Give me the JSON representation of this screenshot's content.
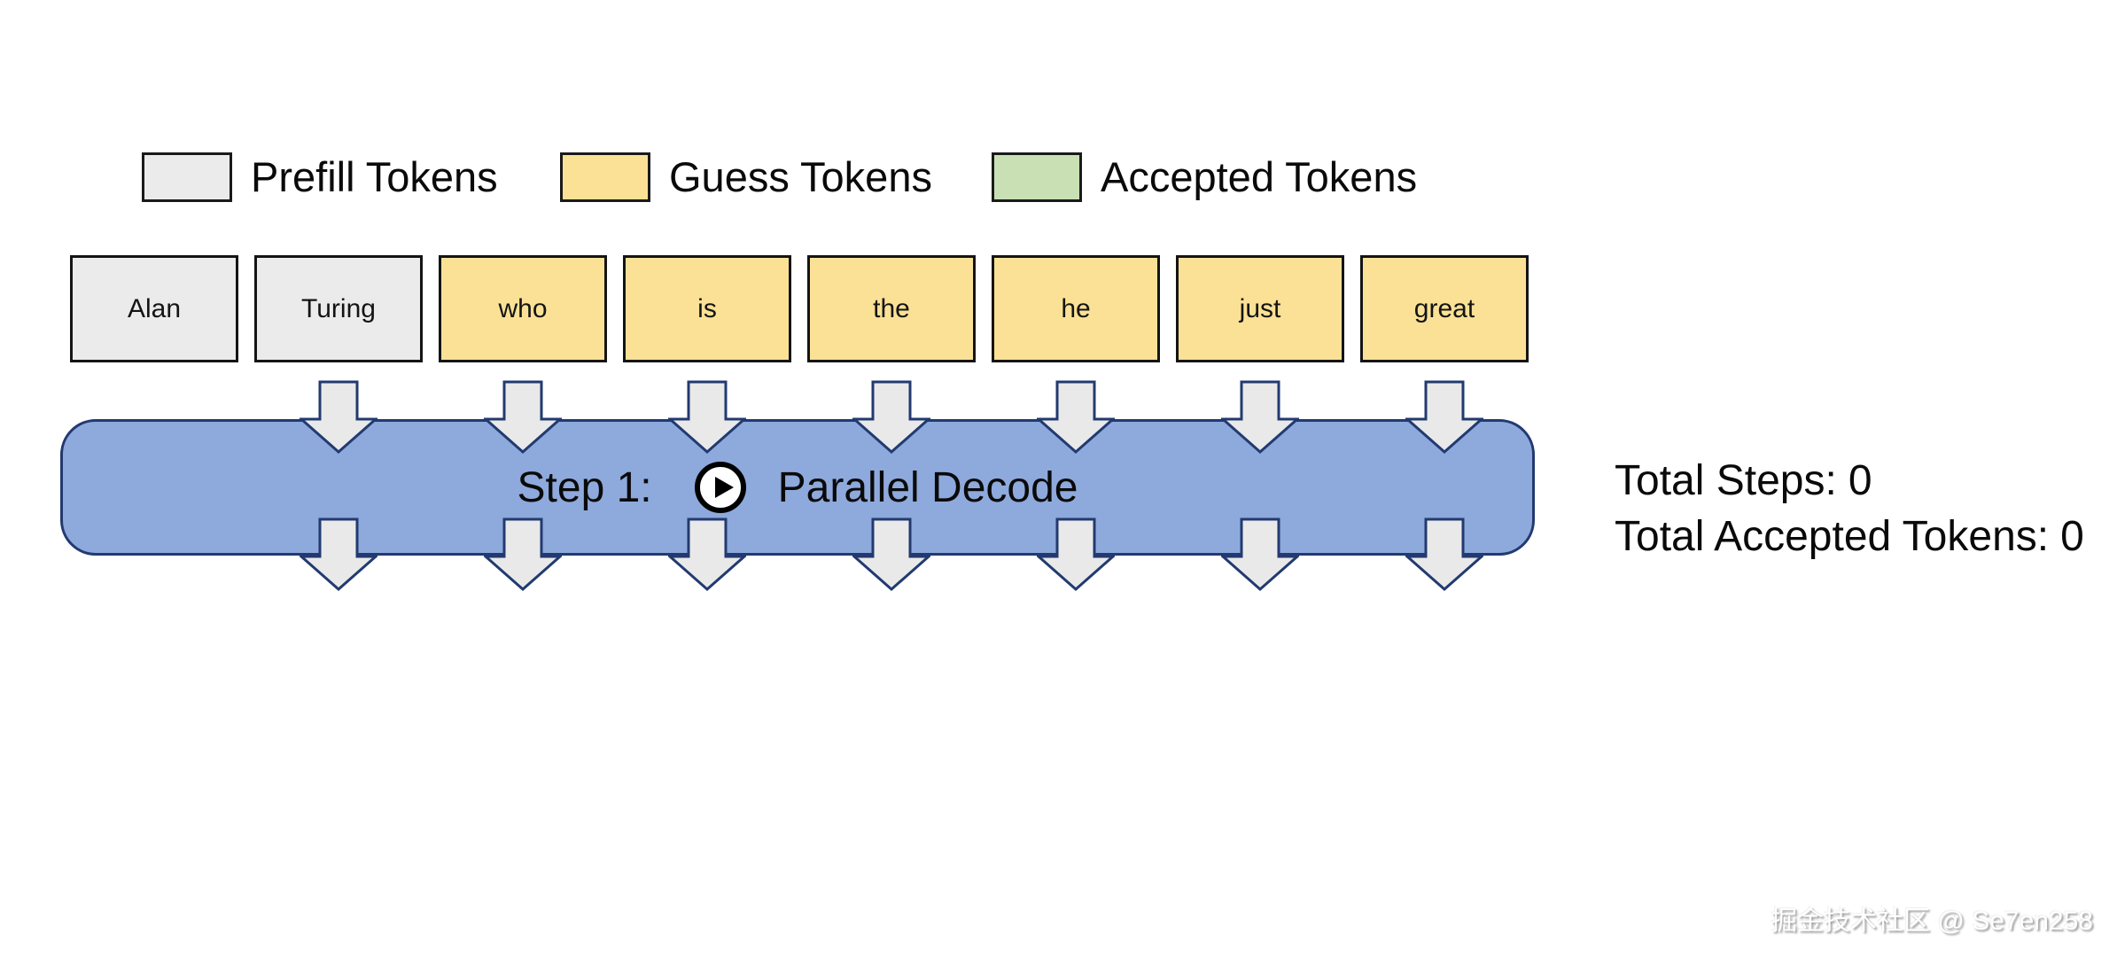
{
  "legend": {
    "items": [
      {
        "label": "Prefill Tokens",
        "color": "#ebebeb"
      },
      {
        "label": "Guess Tokens",
        "color": "#fae195"
      },
      {
        "label": "Accepted Tokens",
        "color": "#c8e0b4"
      }
    ]
  },
  "tokens": [
    {
      "text": "Alan",
      "type": "prefill"
    },
    {
      "text": "Turing",
      "type": "prefill"
    },
    {
      "text": "who",
      "type": "guess"
    },
    {
      "text": "is",
      "type": "guess"
    },
    {
      "text": "the",
      "type": "guess"
    },
    {
      "text": "he",
      "type": "guess"
    },
    {
      "text": "just",
      "type": "guess"
    },
    {
      "text": "great",
      "type": "guess"
    }
  ],
  "decode_bar": {
    "step_label": "Step 1:",
    "action_label": "Parallel Decode",
    "icon": "play-icon"
  },
  "stats": {
    "total_steps": {
      "label": "Total Steps:",
      "value": "0"
    },
    "total_accepted": {
      "label": "Total Accepted Tokens:",
      "value": "0"
    }
  },
  "watermark": "掘金技术社区 @ Se7en258",
  "colors": {
    "prefill": "#ebebeb",
    "guess": "#fae195",
    "accepted": "#c8e0b4",
    "token_border": "#141414",
    "bar_fill": "#8ea9dc",
    "bar_border": "#223a70",
    "arrow_fill": "#e9e9e9",
    "arrow_border": "#223a70",
    "text": "#0a0a0a"
  }
}
